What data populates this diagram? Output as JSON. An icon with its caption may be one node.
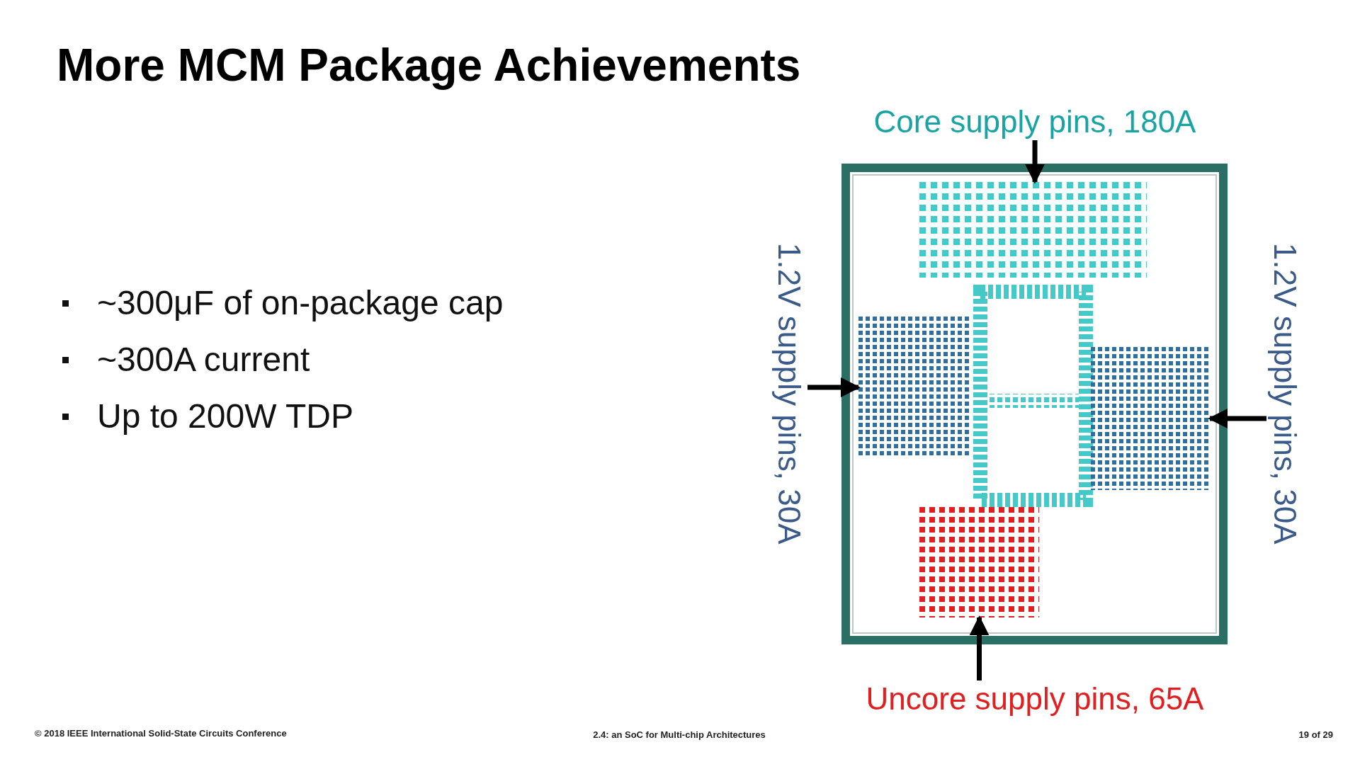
{
  "diagram": {
    "title": "More MCM Package Achievements",
    "nodes": [
      {
        "text": [
          "Core supply pins, 180A"
        ]
      },
      {
        "text": [],
        "shape": "box"
      },
      {
        "text": [
          "1.2V supply pins, 30A"
        ]
      },
      {
        "text": [],
        "shape": "box"
      },
      {
        "text": [
          "1.2V supply pins, 30A"
        ]
      },
      {
        "text": [],
        "shape": "box"
      },
      {
        "text": [
          "Uncore supply pins, 65A"
        ]
      },
      {
        "text": [],
        "shape": "box"
      }
    ],
    "edges": [
      {
        "from": 0,
        "to": 1,
        "arrow": "to"
      },
      {
        "from": 2,
        "to": 3,
        "arrow": "to"
      },
      {
        "from": 4,
        "to": 5,
        "arrow": "to"
      },
      {
        "from": 6,
        "to": 7,
        "arrow": "to"
      }
    ],
    "labels": [
      "~300μF of on-package cap",
      "~300A current",
      "Up to 200W TDP",
      "© 2018 IEEE International Solid-State Circuits Conference",
      "2.4: an SoC for Multi-chip Architectures",
      "19 of 29"
    ]
  }
}
